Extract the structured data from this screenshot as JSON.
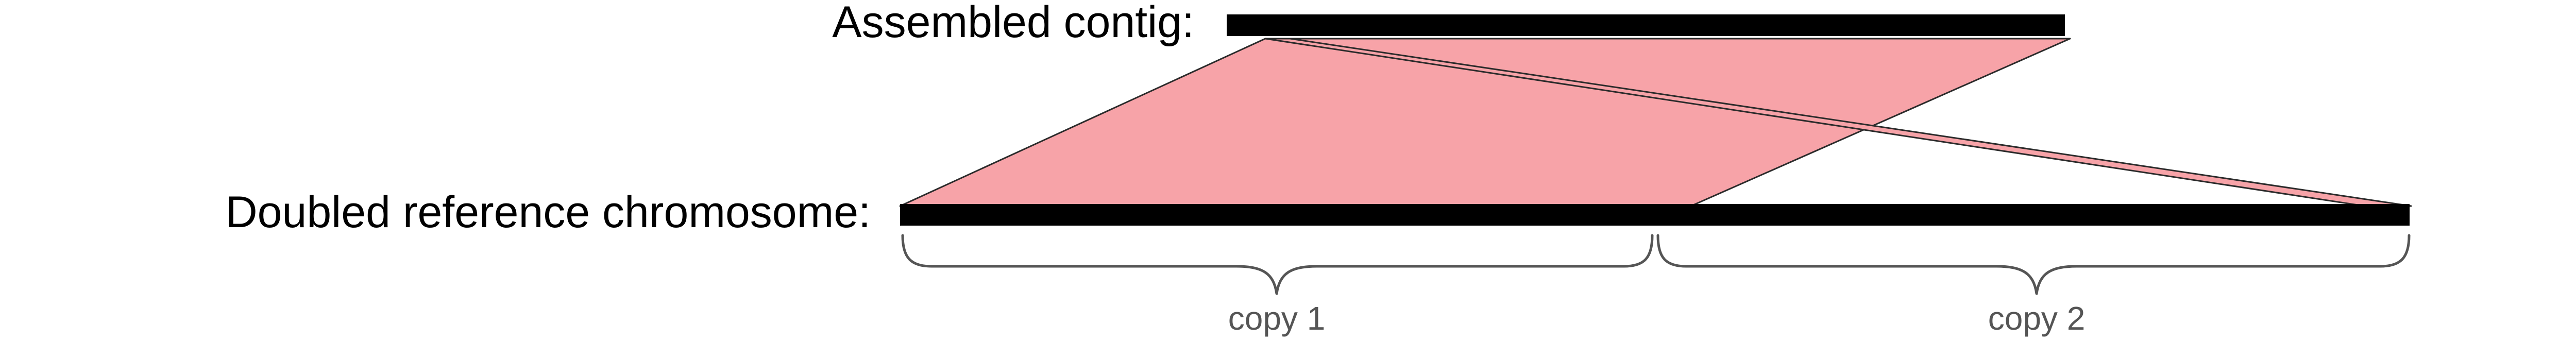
{
  "labels": {
    "contig": "Assembled contig:",
    "reference": "Doubled reference chromosome:",
    "copy1": "copy 1",
    "copy2": "copy 2"
  },
  "colors": {
    "bar": "#000000",
    "alignment_fill": "#f7a3a8",
    "alignment_stroke": "#2b2b2b",
    "brace": "#555555",
    "copy_label": "#555555"
  }
}
